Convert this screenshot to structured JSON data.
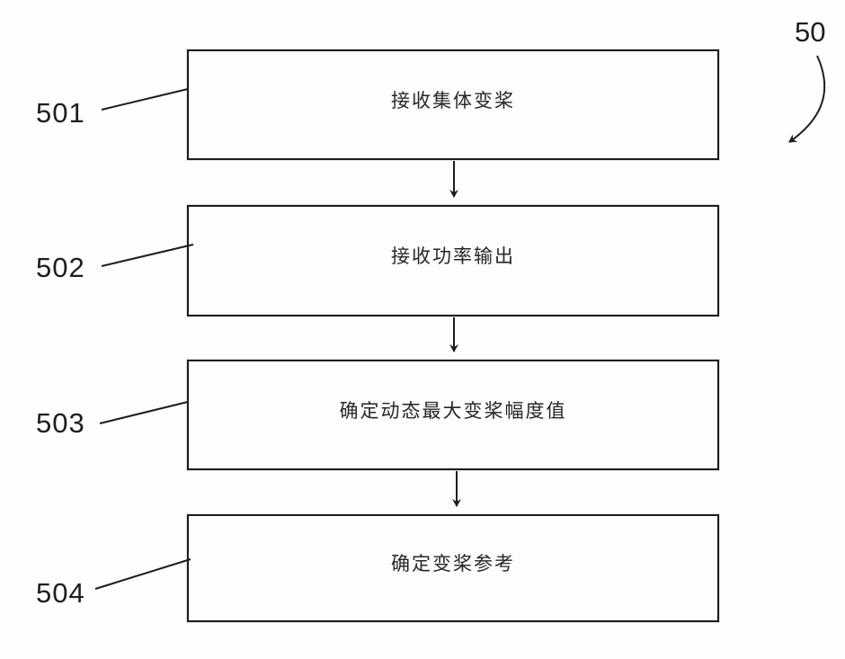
{
  "figure": {
    "reference_label": "50",
    "steps": [
      {
        "number": "501",
        "label": "接收集体变桨"
      },
      {
        "number": "502",
        "label": "接收功率输出"
      },
      {
        "number": "503",
        "label": "确定动态最大变桨幅度值"
      },
      {
        "number": "504",
        "label": "确定变桨参考"
      }
    ],
    "colors": {
      "line": "#1c1c1c",
      "text": "#262626",
      "background": "#fefefe"
    }
  }
}
